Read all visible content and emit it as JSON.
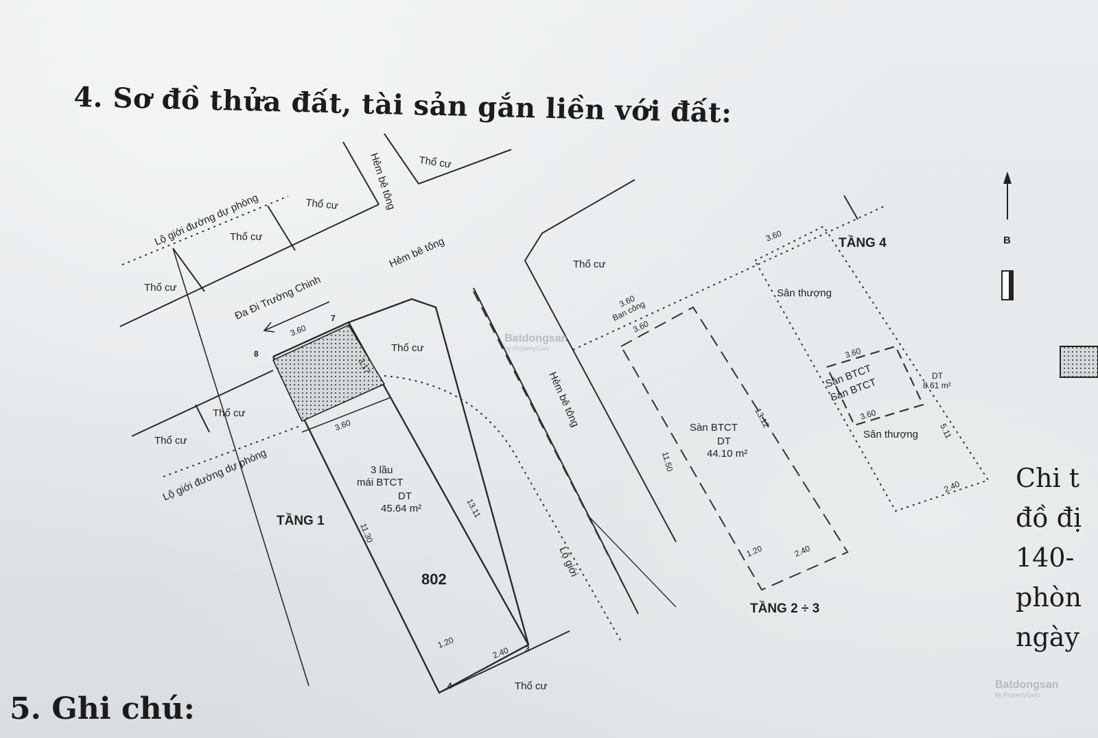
{
  "headings": {
    "section4": "4. Sơ đồ thửa đất, tài sản gắn liền với đất:",
    "section5": "5. Ghi chú:"
  },
  "side_text": [
    "Chi t",
    "đồ đị",
    "140-",
    "phòn",
    "ngày"
  ],
  "plan": {
    "lot_number": "802",
    "floor_labels": {
      "tang1": "TẦNG 1",
      "tang23": "TẦNG 2 ÷ 3",
      "tang4": "TẦNG 4"
    },
    "north_label": "B",
    "neighbor_label": "Thổ cư",
    "street_labels": {
      "hem1": "Hẻm bê tông",
      "hem2": "Hẻm bê tông",
      "hem3": "Hẻm bê tông",
      "road": "Đa Đi Trường Chinh",
      "reserve1": "Lộ giới đường dự phòng",
      "reserve2": "Lộ giới đường dự phòng",
      "lo_gioi": "Lộ giới"
    },
    "floor1": {
      "desc1": "3 lầu",
      "desc2": "mái BTCT",
      "area_label": "DT",
      "area": "45.64 m²",
      "corner_labels": [
        "7",
        "8",
        "3",
        "4"
      ],
      "dims": [
        "3.60",
        "3.17",
        "3.60",
        "11.30",
        "13.11",
        "1.20",
        "2.40"
      ]
    },
    "floor23": {
      "desc": "Sàn BTCT",
      "area_label": "DT",
      "area": "44.10 m²",
      "balcony": "Ban công",
      "dims": [
        "3.60",
        "3.60",
        "11.50",
        "13.12",
        "1.20",
        "2.40"
      ]
    },
    "floor4": {
      "terrace1": "Sân thượng",
      "terrace2": "Sân thượng",
      "slab1": "Sàn BTCT",
      "slab2": "Sàn BTCT",
      "area_label": "DT",
      "area": "8.61 m²",
      "dims": [
        "3.60",
        "3.60",
        "3.60",
        "5.11",
        "2.40"
      ]
    }
  },
  "watermarks": {
    "brand": "Batdongsan",
    "sub": "by PropertyGuru"
  }
}
